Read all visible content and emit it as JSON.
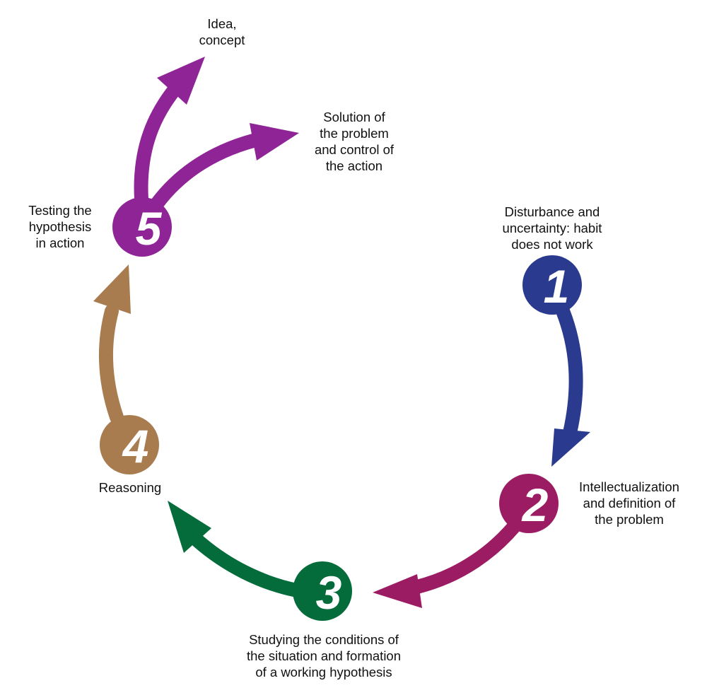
{
  "colors": {
    "step1": "#2a3a8f",
    "step2": "#9b1c63",
    "step3": "#046b3b",
    "step4": "#a87c4f",
    "step5": "#8f2496",
    "number_fill": "#ffffff",
    "text": "#111111"
  },
  "steps": [
    {
      "number": "1",
      "label_lines": [
        "Disturbance and",
        "uncertainty: habit",
        "does not work"
      ]
    },
    {
      "number": "2",
      "label_lines": [
        "Intellectualization",
        "and definition of",
        "the problem"
      ]
    },
    {
      "number": "3",
      "label_lines": [
        "Studying the conditions of",
        "the situation and formation",
        "of a working hypothesis"
      ]
    },
    {
      "number": "4",
      "label_lines": [
        "Reasoning"
      ]
    },
    {
      "number": "5",
      "label_lines": [
        "Testing the",
        "hypothesis",
        "in action"
      ]
    }
  ],
  "outcomes": [
    {
      "label_lines": [
        "Idea,",
        "concept"
      ]
    },
    {
      "label_lines": [
        "Solution of",
        "the problem",
        "and control of",
        "the action"
      ]
    }
  ]
}
